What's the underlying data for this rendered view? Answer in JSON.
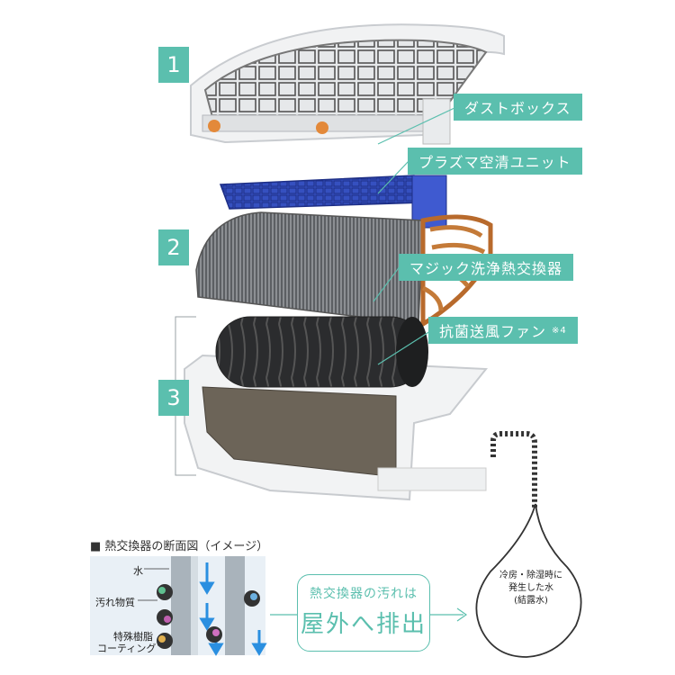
{
  "numbers": [
    "1",
    "2",
    "3"
  ],
  "labels": {
    "dust_box": "ダストボックス",
    "plasma_unit": "プラズマ空清ユニット",
    "heat_exchanger": "マジック洗浄熱交換器",
    "fan": "抗菌送風ファン",
    "fan_note": "※4"
  },
  "section_title": "■ 熱交換器の断面図（イメージ）",
  "section_labels": {
    "water": "水",
    "dirt": "汚れ物質",
    "coating_1": "特殊樹脂",
    "coating_2": "コーティング"
  },
  "callout": {
    "line1": "熱交換器の汚れは",
    "line2": "屋外へ排出"
  },
  "drop_text": {
    "line1": "冷房・除湿時に",
    "line2": "発生した水",
    "line3": "(結露水)"
  },
  "colors": {
    "accent": "#5bbfae",
    "plasma_blue": "#2c43a8",
    "copper": "#b86a2c",
    "water_blue": "#2a8fe0"
  }
}
